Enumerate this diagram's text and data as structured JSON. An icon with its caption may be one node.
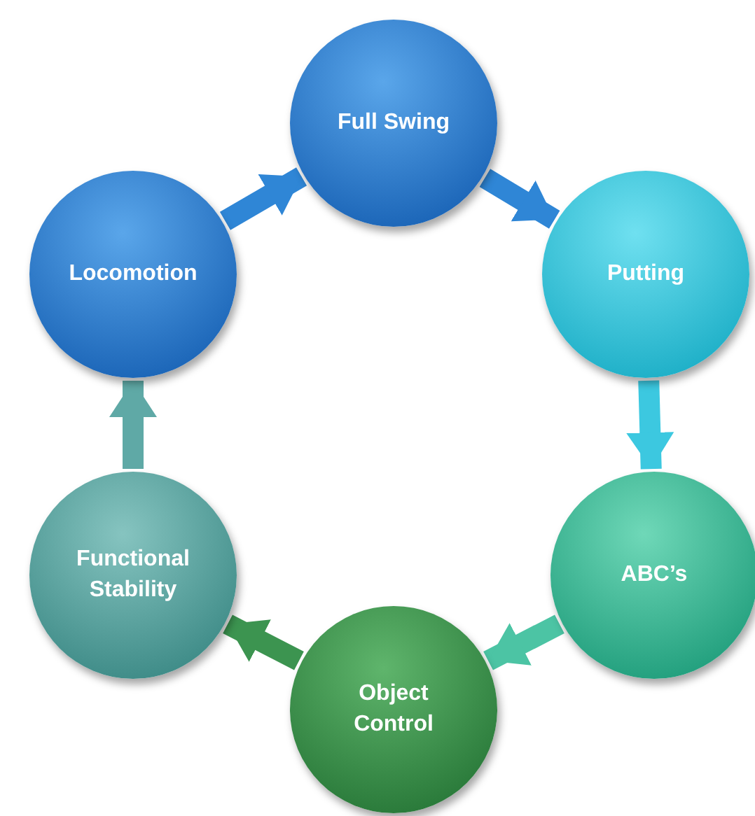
{
  "diagram": {
    "nodes": [
      {
        "text": [
          "Full Swing"
        ]
      },
      {
        "text": [
          "Putting"
        ]
      },
      {
        "text": [
          "ABC’s"
        ]
      },
      {
        "text": [
          "Object Control"
        ]
      },
      {
        "text": [
          "Functional Stability"
        ]
      },
      {
        "text": [
          "Locomotion"
        ]
      }
    ],
    "edges": [
      {
        "from": 0,
        "to": 1,
        "arrow": "to",
        "color": "#2f86d6"
      },
      {
        "from": 1,
        "to": 2,
        "arrow": "to",
        "color": "#3cc8e0"
      },
      {
        "from": 2,
        "to": 3,
        "arrow": "to",
        "color": "#4cc4a4"
      },
      {
        "from": 3,
        "to": 4,
        "arrow": "to",
        "color": "#3c9450"
      },
      {
        "from": 4,
        "to": 5,
        "arrow": "to",
        "color": "#5fa9a6"
      },
      {
        "from": 5,
        "to": 0,
        "arrow": "to",
        "color": "#2f86d6"
      }
    ]
  }
}
